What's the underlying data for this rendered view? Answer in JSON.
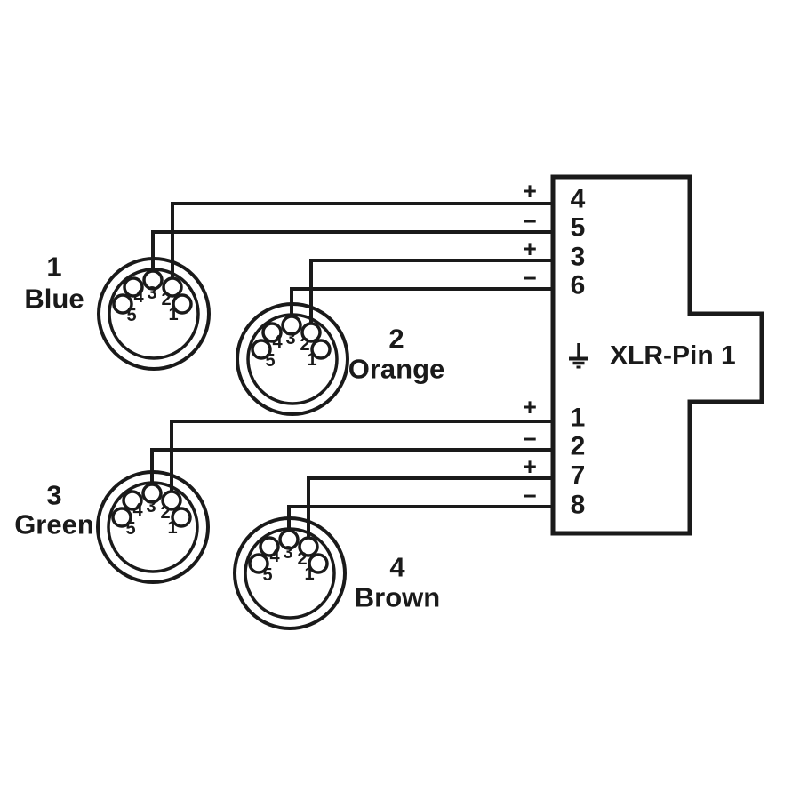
{
  "colors": {
    "line": "#1a1a1a",
    "background": "#ffffff"
  },
  "connectors": [
    {
      "number": "1",
      "name": "Blue",
      "label_side": "left",
      "pins": [
        "5",
        "4",
        "3",
        "2",
        "1"
      ]
    },
    {
      "number": "2",
      "name": "Orange",
      "label_side": "right",
      "pins": [
        "5",
        "4",
        "3",
        "2",
        "1"
      ]
    },
    {
      "number": "3",
      "name": "Green",
      "label_side": "left",
      "pins": [
        "5",
        "4",
        "3",
        "2",
        "1"
      ]
    },
    {
      "number": "4",
      "name": "Brown",
      "label_side": "right",
      "pins": [
        "5",
        "4",
        "3",
        "2",
        "1"
      ]
    }
  ],
  "xlr_block": {
    "label": "XLR-Pin 1",
    "ground_icon": "earth-ground-icon",
    "terminals": [
      {
        "pin": "4",
        "polarity": "+"
      },
      {
        "pin": "5",
        "polarity": "−"
      },
      {
        "pin": "3",
        "polarity": "+"
      },
      {
        "pin": "6",
        "polarity": "−"
      },
      {
        "pin": "1",
        "polarity": "+"
      },
      {
        "pin": "2",
        "polarity": "−"
      },
      {
        "pin": "7",
        "polarity": "+"
      },
      {
        "pin": "8",
        "polarity": "−"
      }
    ]
  }
}
